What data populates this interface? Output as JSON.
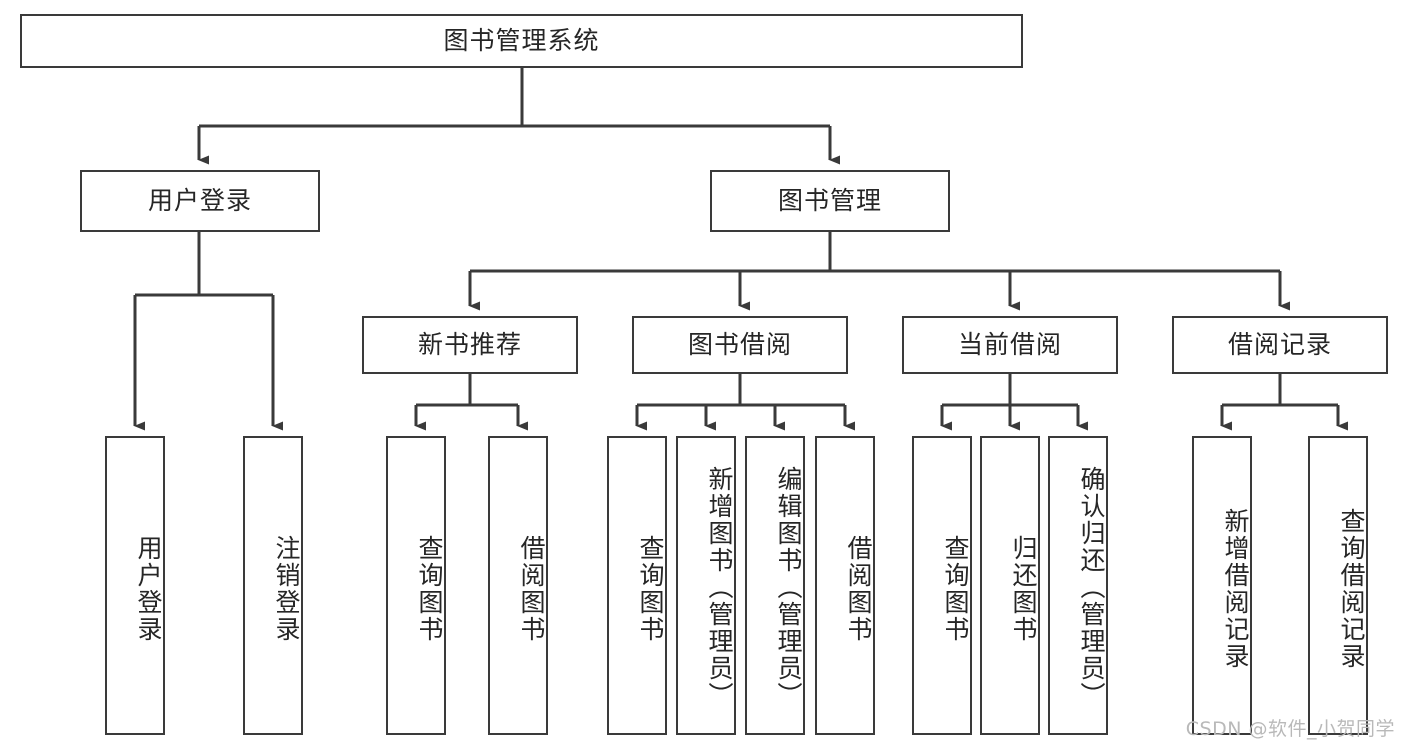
{
  "diagram": {
    "title_node": {
      "label": "图书管理系统"
    },
    "level2": [
      {
        "id": "user-login",
        "label": "用户登录"
      },
      {
        "id": "book-management",
        "label": "图书管理"
      }
    ],
    "level3": [
      {
        "id": "new-book-recommend",
        "label": "新书推荐"
      },
      {
        "id": "book-borrow",
        "label": "图书借阅"
      },
      {
        "id": "current-borrow",
        "label": "当前借阅"
      },
      {
        "id": "borrow-record",
        "label": "借阅记录"
      }
    ],
    "leaves": {
      "user_login": [
        {
          "id": "leaf-user-login",
          "label": "用户登录"
        },
        {
          "id": "leaf-logout-login",
          "label": "注销登录"
        }
      ],
      "new_book_recommend": [
        {
          "id": "leaf-query-book-1",
          "label": "查询图书"
        },
        {
          "id": "leaf-borrow-book-1",
          "label": "借阅图书"
        }
      ],
      "book_borrow": [
        {
          "id": "leaf-query-book-2",
          "label": "查询图书"
        },
        {
          "id": "leaf-add-book",
          "label": "新增图书（管理员）"
        },
        {
          "id": "leaf-edit-book",
          "label": "编辑图书（管理员）"
        },
        {
          "id": "leaf-borrow-book-2",
          "label": "借阅图书"
        }
      ],
      "current_borrow": [
        {
          "id": "leaf-query-book-3",
          "label": "查询图书"
        },
        {
          "id": "leaf-return-book",
          "label": "归还图书"
        },
        {
          "id": "leaf-confirm-return",
          "label": "确认归还（管理员）"
        }
      ],
      "borrow_record": [
        {
          "id": "leaf-add-borrow-record",
          "label": "新增借阅记录"
        },
        {
          "id": "leaf-query-borrow-record",
          "label": "查询借阅记录"
        }
      ]
    },
    "watermark": "CSDN @软件_小贺同学",
    "colors": {
      "stroke": "#3a3a3a",
      "text": "#262626",
      "background": "#ffffff",
      "watermark": "#b9b9b9"
    }
  }
}
